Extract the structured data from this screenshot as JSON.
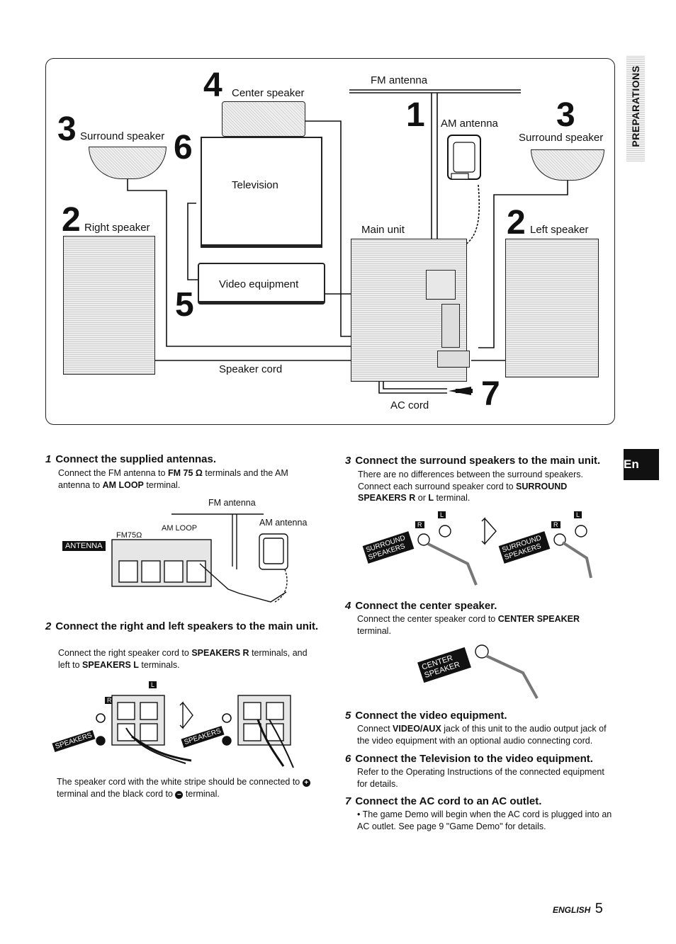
{
  "side_tab": {
    "text": "PREPARATIONS",
    "lang": "En"
  },
  "diagram": {
    "numbers": {
      "fm": "1",
      "right_spk": "2",
      "left_spk": "2",
      "surr_left": "3",
      "surr_right": "3",
      "center": "4",
      "video": "5",
      "tv": "6",
      "ac": "7"
    },
    "labels": {
      "center_speaker": "Center speaker",
      "surround_speaker_left": "Surround speaker",
      "surround_speaker_right": "Surround speaker",
      "fm_antenna": "FM antenna",
      "am_antenna": "AM antenna",
      "television": "Television",
      "right_speaker": "Right speaker",
      "left_speaker": "Left speaker",
      "main_unit": "Main unit",
      "video_equipment": "Video equipment",
      "speaker_cord": "Speaker cord",
      "ac_cord": "AC cord"
    }
  },
  "sections": {
    "s1": {
      "num": "1",
      "title": "Connect the supplied antennas.",
      "t1": "Connect the FM antenna to ",
      "b1": "FM 75 Ω",
      "t2": " terminals and the AM antenna to ",
      "b2": "AM LOOP",
      "t3": " terminal.",
      "fig_fm": "FM antenna",
      "fig_am": "AM antenna",
      "fig_antenna": "ANTENNA",
      "fig_fm75": "FM75Ω",
      "fig_loop": "AM LOOP"
    },
    "s2": {
      "num": "2",
      "title": "Connect the right and left speakers to the main unit.",
      "t1": "Connect the right speaker cord to ",
      "b1": "SPEAKERS R",
      "t2": " terminals, and left to ",
      "b2": "SPEAKERS L",
      "t3": " terminals.",
      "note1": "The speaker cord with the white stripe should be connected to ",
      "plus": "+",
      "note2": " terminal and the black cord to ",
      "minus": "−",
      "note3": " terminal.",
      "fig_r": "R",
      "fig_l": "L",
      "fig_speakers": "SPEAKERS"
    },
    "s3": {
      "num": "3",
      "title": "Connect the surround speakers to the main unit.",
      "t1": "There are no differences between the surround speakers. Connect each surround speaker cord to ",
      "b1": "SURROUND SPEAKERS R",
      "t2": " or ",
      "b2": "L",
      "t3": " terminal.",
      "fig_surround": "SURROUND SPEAKERS",
      "fig_r": "R",
      "fig_l": "L"
    },
    "s4": {
      "num": "4",
      "title": "Connect the center speaker.",
      "t1": "Connect the center speaker cord to ",
      "b1": "CENTER SPEAKER",
      "t2": " terminal.",
      "fig_center": "CENTER SPEAKER"
    },
    "s5": {
      "num": "5",
      "title": "Connect the video equipment.",
      "t1": "Connect ",
      "b1": "VIDEO/AUX",
      "t2": " jack of this unit to the audio output jack of the video equipment with an optional audio connecting cord."
    },
    "s6": {
      "num": "6",
      "title": "Connect the Television to the video equipment.",
      "t1": "Refer to the Operating Instructions of the connected equipment for details."
    },
    "s7": {
      "num": "7",
      "title": "Connect the AC cord to an AC outlet.",
      "t1": "• The game Demo will begin when the AC cord is plugged into an AC outlet. See page 9 \"Game Demo\" for details."
    }
  },
  "footer": {
    "lang": "ENGLISH",
    "page": "5"
  }
}
